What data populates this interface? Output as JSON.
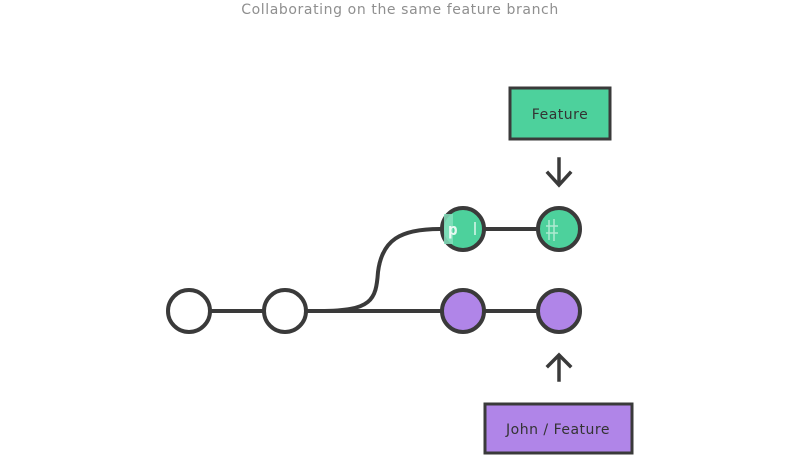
{
  "title": "Collaborating on the same feature branch",
  "colors": {
    "stroke": "#3a3a3a",
    "feature": "#4dd19c",
    "john": "#b085e8",
    "commit_empty": "#ffffff",
    "title_text": "#8f8f8f"
  },
  "labels": {
    "feature": "Feature",
    "john_feature": "John / Feature"
  },
  "icons": {
    "commit_feature_1": "git-icon",
    "commit_feature_2": "code-icon"
  }
}
